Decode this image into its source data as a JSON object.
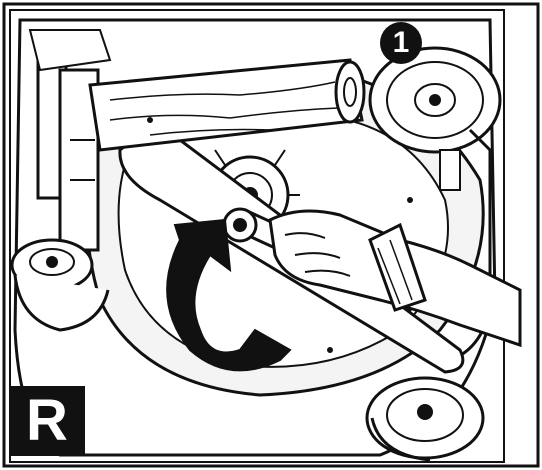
{
  "figure": {
    "step_letter": "R",
    "callout_number": "1",
    "subject": "lawn-mower-blade-removal-illustration",
    "colors": {
      "ink": "#111111",
      "paper": "#ffffff",
      "shade": "#dddddd"
    }
  }
}
